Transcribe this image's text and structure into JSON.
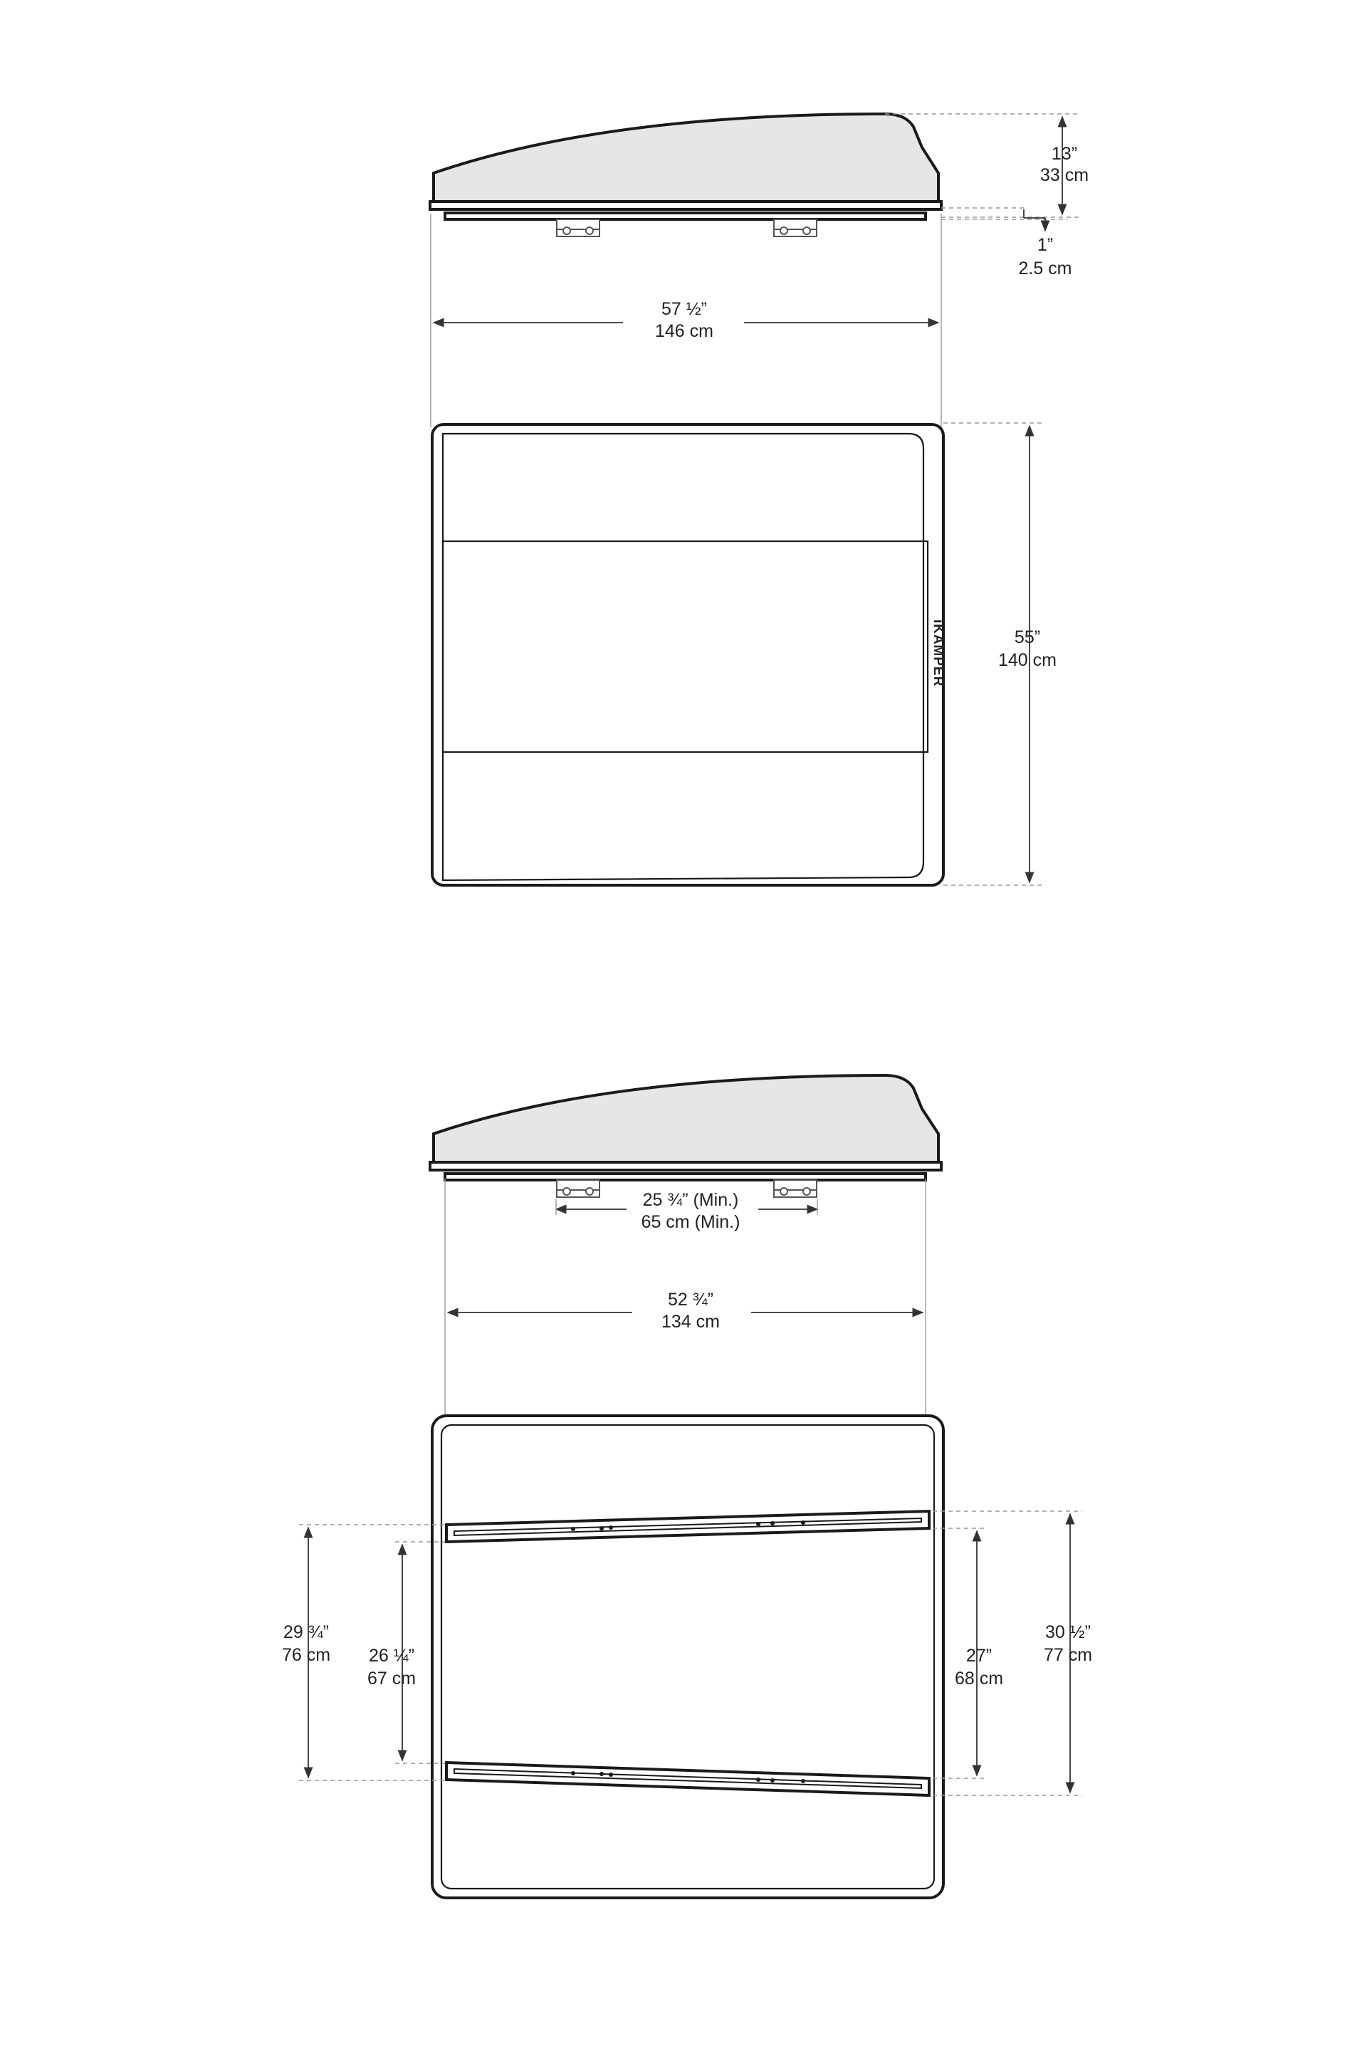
{
  "brand": {
    "logo_text": "iKAMPER"
  },
  "colors": {
    "shell_fill": "#e6e6e6",
    "outline": "#1a1a1a",
    "guide": "#9a9a9a"
  },
  "top_section": {
    "height_dim": {
      "imperial": "13”",
      "metric": "33 cm"
    },
    "base_dim": {
      "imperial": "1”",
      "metric": "2.5 cm"
    },
    "width_dim": {
      "imperial": "57 ½”",
      "metric": "146 cm"
    },
    "depth_dim": {
      "imperial": "55”",
      "metric": "140 cm"
    }
  },
  "bottom_section": {
    "crossbar_min_dim": {
      "imperial": "25 ¾” (Min.)",
      "metric": "65 cm (Min.)"
    },
    "base_width_dim": {
      "imperial": "52 ¾”",
      "metric": "134 cm"
    },
    "outer_left_dim": {
      "imperial": "29 ¾”",
      "metric": "76 cm"
    },
    "inner_left_dim": {
      "imperial": "26 ¼”",
      "metric": "67 cm"
    },
    "inner_right_dim": {
      "imperial": "27”",
      "metric": "68 cm"
    },
    "outer_right_dim": {
      "imperial": "30 ½”",
      "metric": "77 cm"
    }
  }
}
